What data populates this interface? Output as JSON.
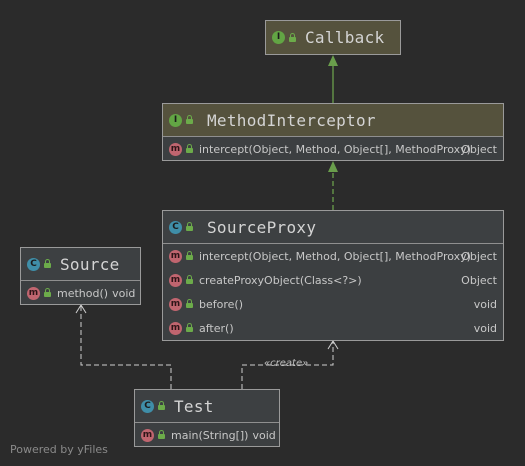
{
  "callback": {
    "kind": "I",
    "name": "Callback"
  },
  "method_interceptor": {
    "kind": "I",
    "name": "MethodInterceptor",
    "methods": [
      {
        "signature": "intercept(Object, Method, Object[], MethodProxy)",
        "returns": "Object"
      }
    ]
  },
  "source_proxy": {
    "kind": "C",
    "name": "SourceProxy",
    "methods": [
      {
        "signature": "intercept(Object, Method, Object[], MethodProxy)",
        "returns": "Object"
      },
      {
        "signature": "createProxyObject(Class<?>)",
        "returns": "Object"
      },
      {
        "signature": "before()",
        "returns": "void"
      },
      {
        "signature": "after()",
        "returns": "void"
      }
    ]
  },
  "source": {
    "kind": "C",
    "name": "Source",
    "methods": [
      {
        "signature": "method()",
        "returns": "void"
      }
    ]
  },
  "test": {
    "kind": "C",
    "name": "Test",
    "methods": [
      {
        "signature": "main(String[])",
        "returns": "void"
      }
    ]
  },
  "method_badge": "m",
  "edges": {
    "create_label": "«create»"
  },
  "watermark": "Powered by yFiles",
  "colors": {
    "background": "#2b2b2b",
    "node": "#3c3f41",
    "interface_header": "#55523d",
    "implements_arrow": "#6a9e4c",
    "dependency_arrow": "#cfcfcf",
    "interface_badge": "#62a544",
    "class_badge": "#3f8ea8",
    "method_badge": "#c0656f"
  }
}
